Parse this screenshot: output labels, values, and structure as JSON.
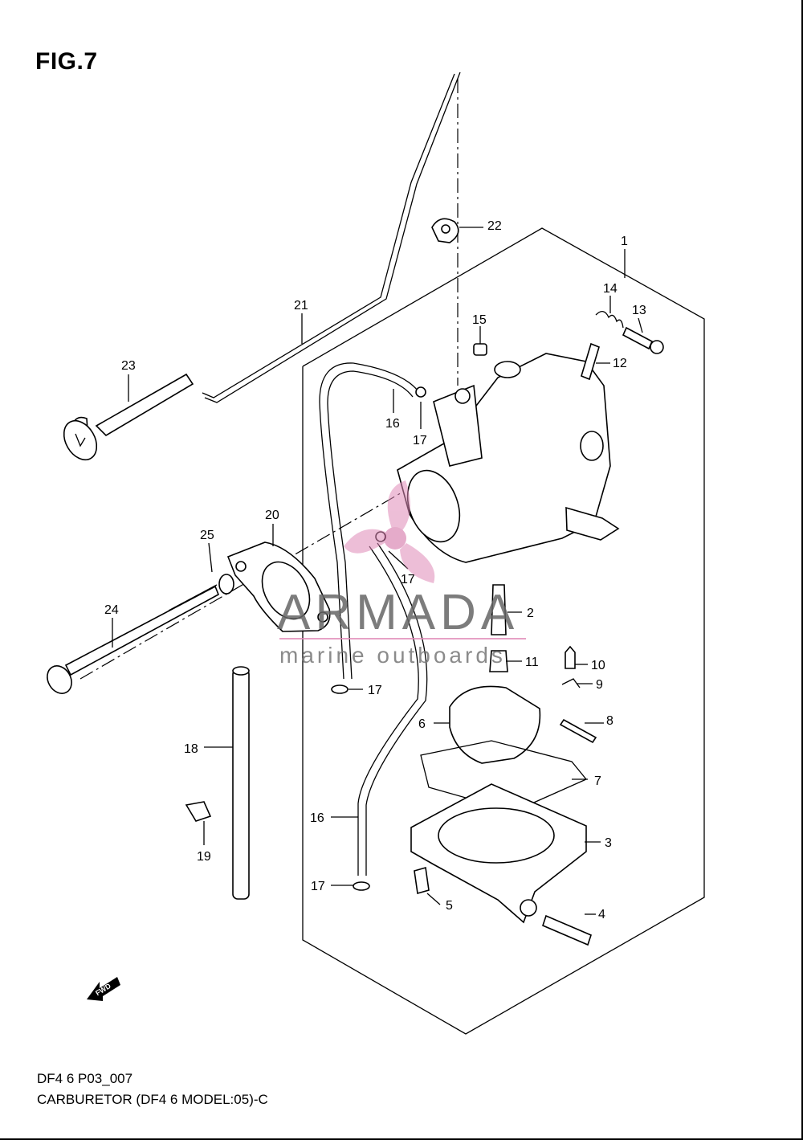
{
  "figure": {
    "title": "FIG.7",
    "code": "DF4 6 P03_007",
    "name": "CARBURETOR (DF4 6 MODEL:05)-C"
  },
  "watermark": {
    "name": "ARMADA",
    "subtitle": "marine outboards",
    "accent_color": "#e08ab8"
  },
  "direction_marker": {
    "label": "FWD"
  },
  "callouts": {
    "c1": "1",
    "c2": "2",
    "c3": "3",
    "c4": "4",
    "c5": "5",
    "c6": "6",
    "c7": "7",
    "c8": "8",
    "c9": "9",
    "c10": "10",
    "c11": "11",
    "c12": "12",
    "c13": "13",
    "c14": "14",
    "c15": "15",
    "c16a": "16",
    "c16b": "16",
    "c17a": "17",
    "c17b": "17",
    "c17c": "17",
    "c17d": "17",
    "c18": "18",
    "c19": "19",
    "c20": "20",
    "c21": "21",
    "c22": "22",
    "c23": "23",
    "c24": "24",
    "c25": "25"
  }
}
